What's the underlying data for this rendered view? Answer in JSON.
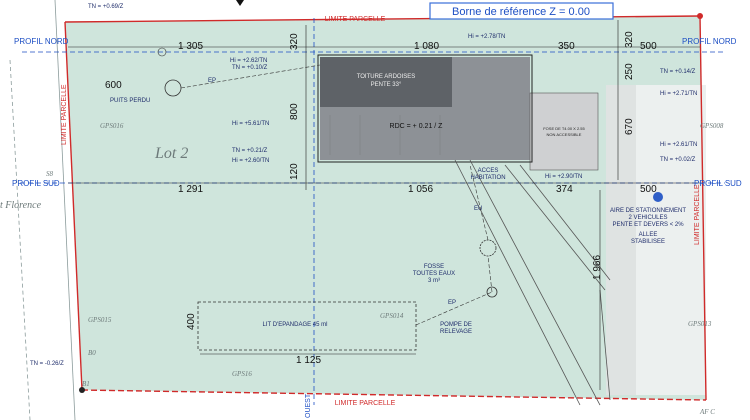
{
  "title_box": "Borne de référence Z = 0.00",
  "limit_top": "LIMITE PARCELLE",
  "limit_bottom": "LIMITE PARCELLE",
  "limit_left": "LIMITE PARCELLE",
  "limit_right": "LIMITE PARCELLE",
  "profiles": {
    "north_left": "PROFIL NORD",
    "north_right": "PROFIL NORD",
    "south_left": "PROFIL SUD",
    "south_right": "PROFIL SUD",
    "west": "OUEST"
  },
  "lot": "Lot 2",
  "street_partial": "t Florence",
  "dimensions": {
    "top_1305": "1 305",
    "top_1080": "1 080",
    "top_350": "350",
    "top_500": "500",
    "mid_1291": "1 291",
    "mid_1056": "1 056",
    "mid_374": "374",
    "mid_500": "500",
    "v_320_left": "320",
    "v_800": "800",
    "v_120": "120",
    "v_320_right": "320",
    "v_250": "250",
    "v_670": "670",
    "v_1966": "1 966",
    "bottom_1125": "1 125",
    "v_400": "400",
    "dist_600": "600"
  },
  "levels": {
    "tn_top": "TN = +0.69/Z",
    "hi_262": "Hi = +2.62/TN",
    "tn_010": "TN = +0.10/Z",
    "hi_278": "Hi = +2.78/TN",
    "tn_014": "TN = +0.14/Z",
    "hi_271": "Hi = +2.71/TN",
    "hi_561": "Hi = +5.61/TN",
    "tn_021": "TN = +0.21/Z",
    "hi_260": "Hi = +2.60/TN",
    "hi_261": "Hi = +2.61/TN",
    "tn_002": "TN = +0.02/Z",
    "hi_290": "Hi = +2.90/TN",
    "tn_026": "TN = -0.26/Z"
  },
  "labels": {
    "puits": "PUITS PERDU",
    "toiture": "TOITURE ARDOISES",
    "pente": "PENTE 33°",
    "rdc": "RDC = + 0.21 / Z",
    "fosse_box": "FOSE DE T4.00 X 2.55",
    "non_acc": "NON ACCESSIBLE",
    "acces": "ACCES",
    "habitation": "HABITATION",
    "aire": "AIRE DE STATIONNEMENT",
    "vehicules": "2 VEHICULES",
    "pente_devers": "PENTE ET DEVERS < 2%",
    "allee": "ALLEE",
    "stabilisee": "STABILISEE",
    "fosse": "FOSSE",
    "toutes_eaux": "TOUTES EAUX",
    "m3": "3 m³",
    "epandage": "LIT D'EPANDAGE 45 ml",
    "pompe": "POMPE DE",
    "relevage": "RELEVAGE",
    "ep": "EP",
    "eu": "EU",
    "gps_016": "GPS016",
    "gps_015": "GPS015",
    "gps_014": "GPS014",
    "gps_013": "GPS013",
    "gps_008": "GPS008",
    "gps_016b": "GPS16",
    "b0": "B0",
    "b1": "B1",
    "s8": "S8",
    "af": "AF C"
  },
  "colors": {
    "lot_fill": "#cfe5dc",
    "house_dark": "#5e6267",
    "house_light": "#8d9196",
    "garage": "#cfd0d2",
    "parking": "#ecf0ef",
    "limit_red": "#d02a2a",
    "profile_blue": "#1d4fc4"
  }
}
